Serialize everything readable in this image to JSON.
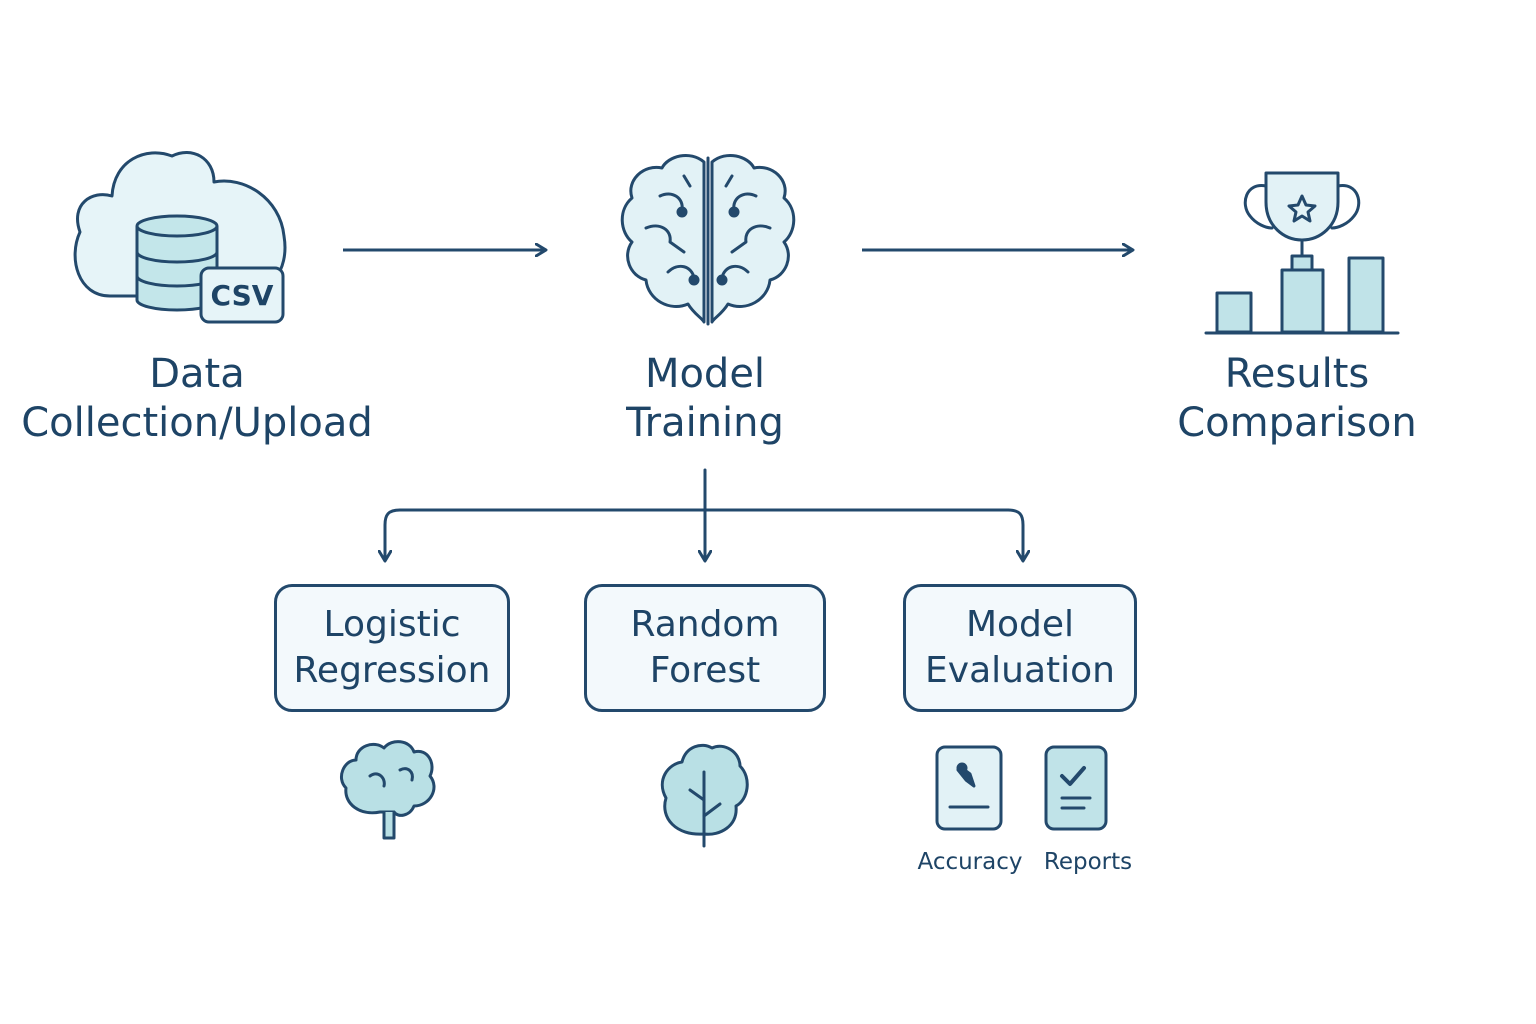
{
  "colors": {
    "stroke": "#23496c",
    "fill_light": "#e4f3f8",
    "fill_mid": "#b9e0e5",
    "text": "#1e4466"
  },
  "stages": [
    {
      "icon": "cloud-database-icon",
      "badge": "CSV",
      "line1": "Data",
      "line2": "Collection/Upload"
    },
    {
      "icon": "brain-icon",
      "line1": "Model",
      "line2": "Training"
    },
    {
      "icon": "trophy-chart-icon",
      "line1": "Results",
      "line2": "Comparison"
    }
  ],
  "methods": [
    {
      "line1": "Logistic",
      "line2": "Regression",
      "icon": "brain-tree-icon"
    },
    {
      "line1": "Random",
      "line2": "Forest",
      "icon": "tree-icon"
    },
    {
      "line1": "Model",
      "line2": "Evaluation",
      "icon": "clipboard-icons"
    }
  ],
  "evaluation_items": [
    {
      "label": "Accuracy",
      "icon": "accuracy-card-icon"
    },
    {
      "label": "Reports",
      "icon": "report-checklist-icon"
    }
  ]
}
